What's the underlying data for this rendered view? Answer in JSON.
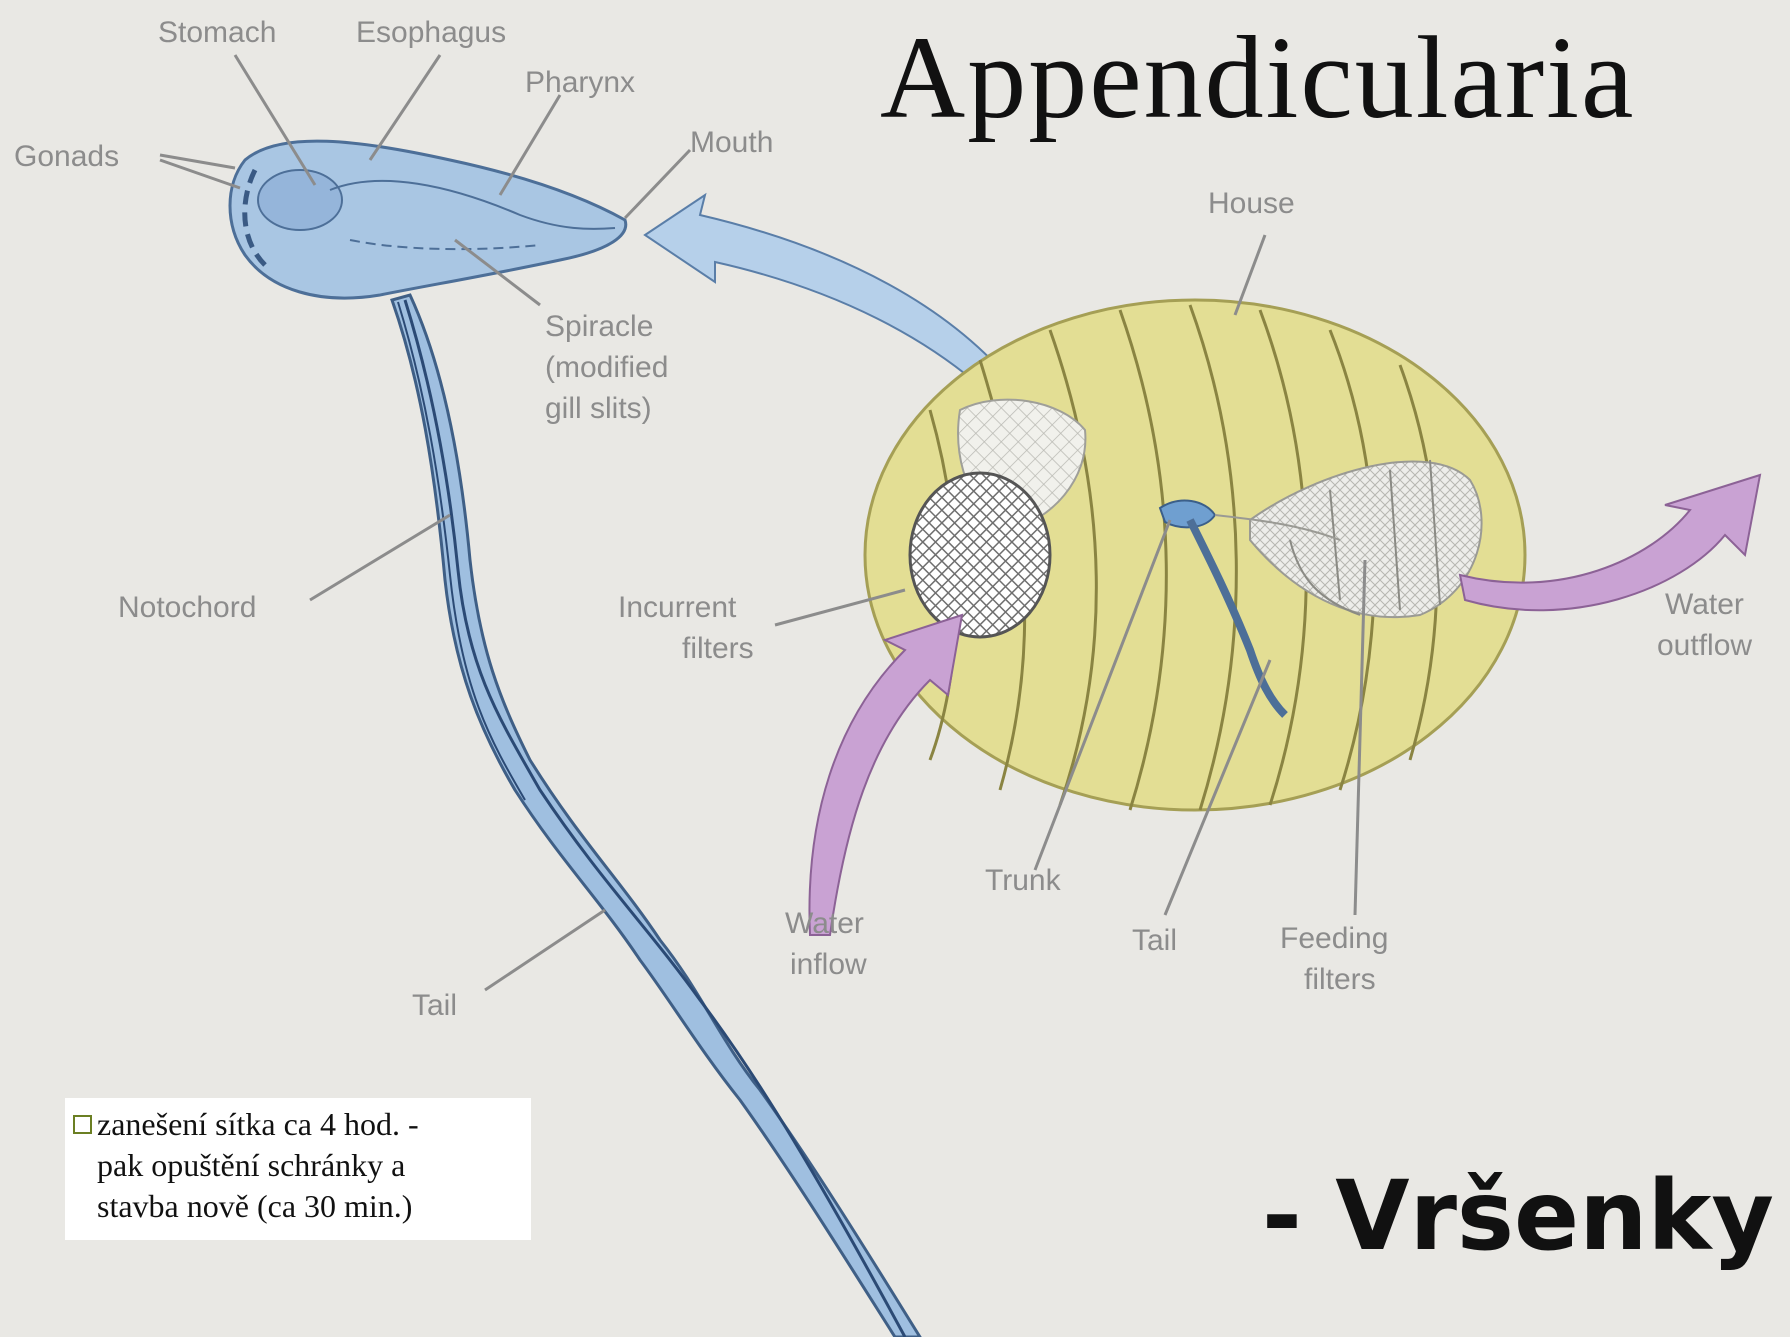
{
  "title": "Appendicularia",
  "subtitle": "- Vršenky",
  "labels": {
    "stomach": "Stomach",
    "esophagus": "Esophagus",
    "pharynx": "Pharynx",
    "gonads": "Gonads",
    "mouth": "Mouth",
    "house": "House",
    "spiracle_1": "Spiracle",
    "spiracle_2": "(modified",
    "spiracle_3": "gill slits)",
    "notochord": "Notochord",
    "incurrent_1": "Incurrent",
    "incurrent_2": "filters",
    "water_outflow_1": "Water",
    "water_outflow_2": "outflow",
    "trunk": "Trunk",
    "water_inflow_1": "Water",
    "water_inflow_2": "inflow",
    "tail_house": "Tail",
    "feeding_1": "Feeding",
    "feeding_2": "filters",
    "tail_body": "Tail"
  },
  "note": {
    "line1": "zanešení sítka ca 4 hod. -",
    "line2": "pak opuštění schránky a",
    "line3": "stavba nově (ca 30 min.)"
  },
  "colors": {
    "background": "#e9e8e4",
    "body_blue": "#a9c6e3",
    "house_yellow": "#e3de94",
    "arrow_pink": "#c9a2d3",
    "label_gray": "#8c8c8c",
    "bullet_green": "#6b7f23"
  }
}
